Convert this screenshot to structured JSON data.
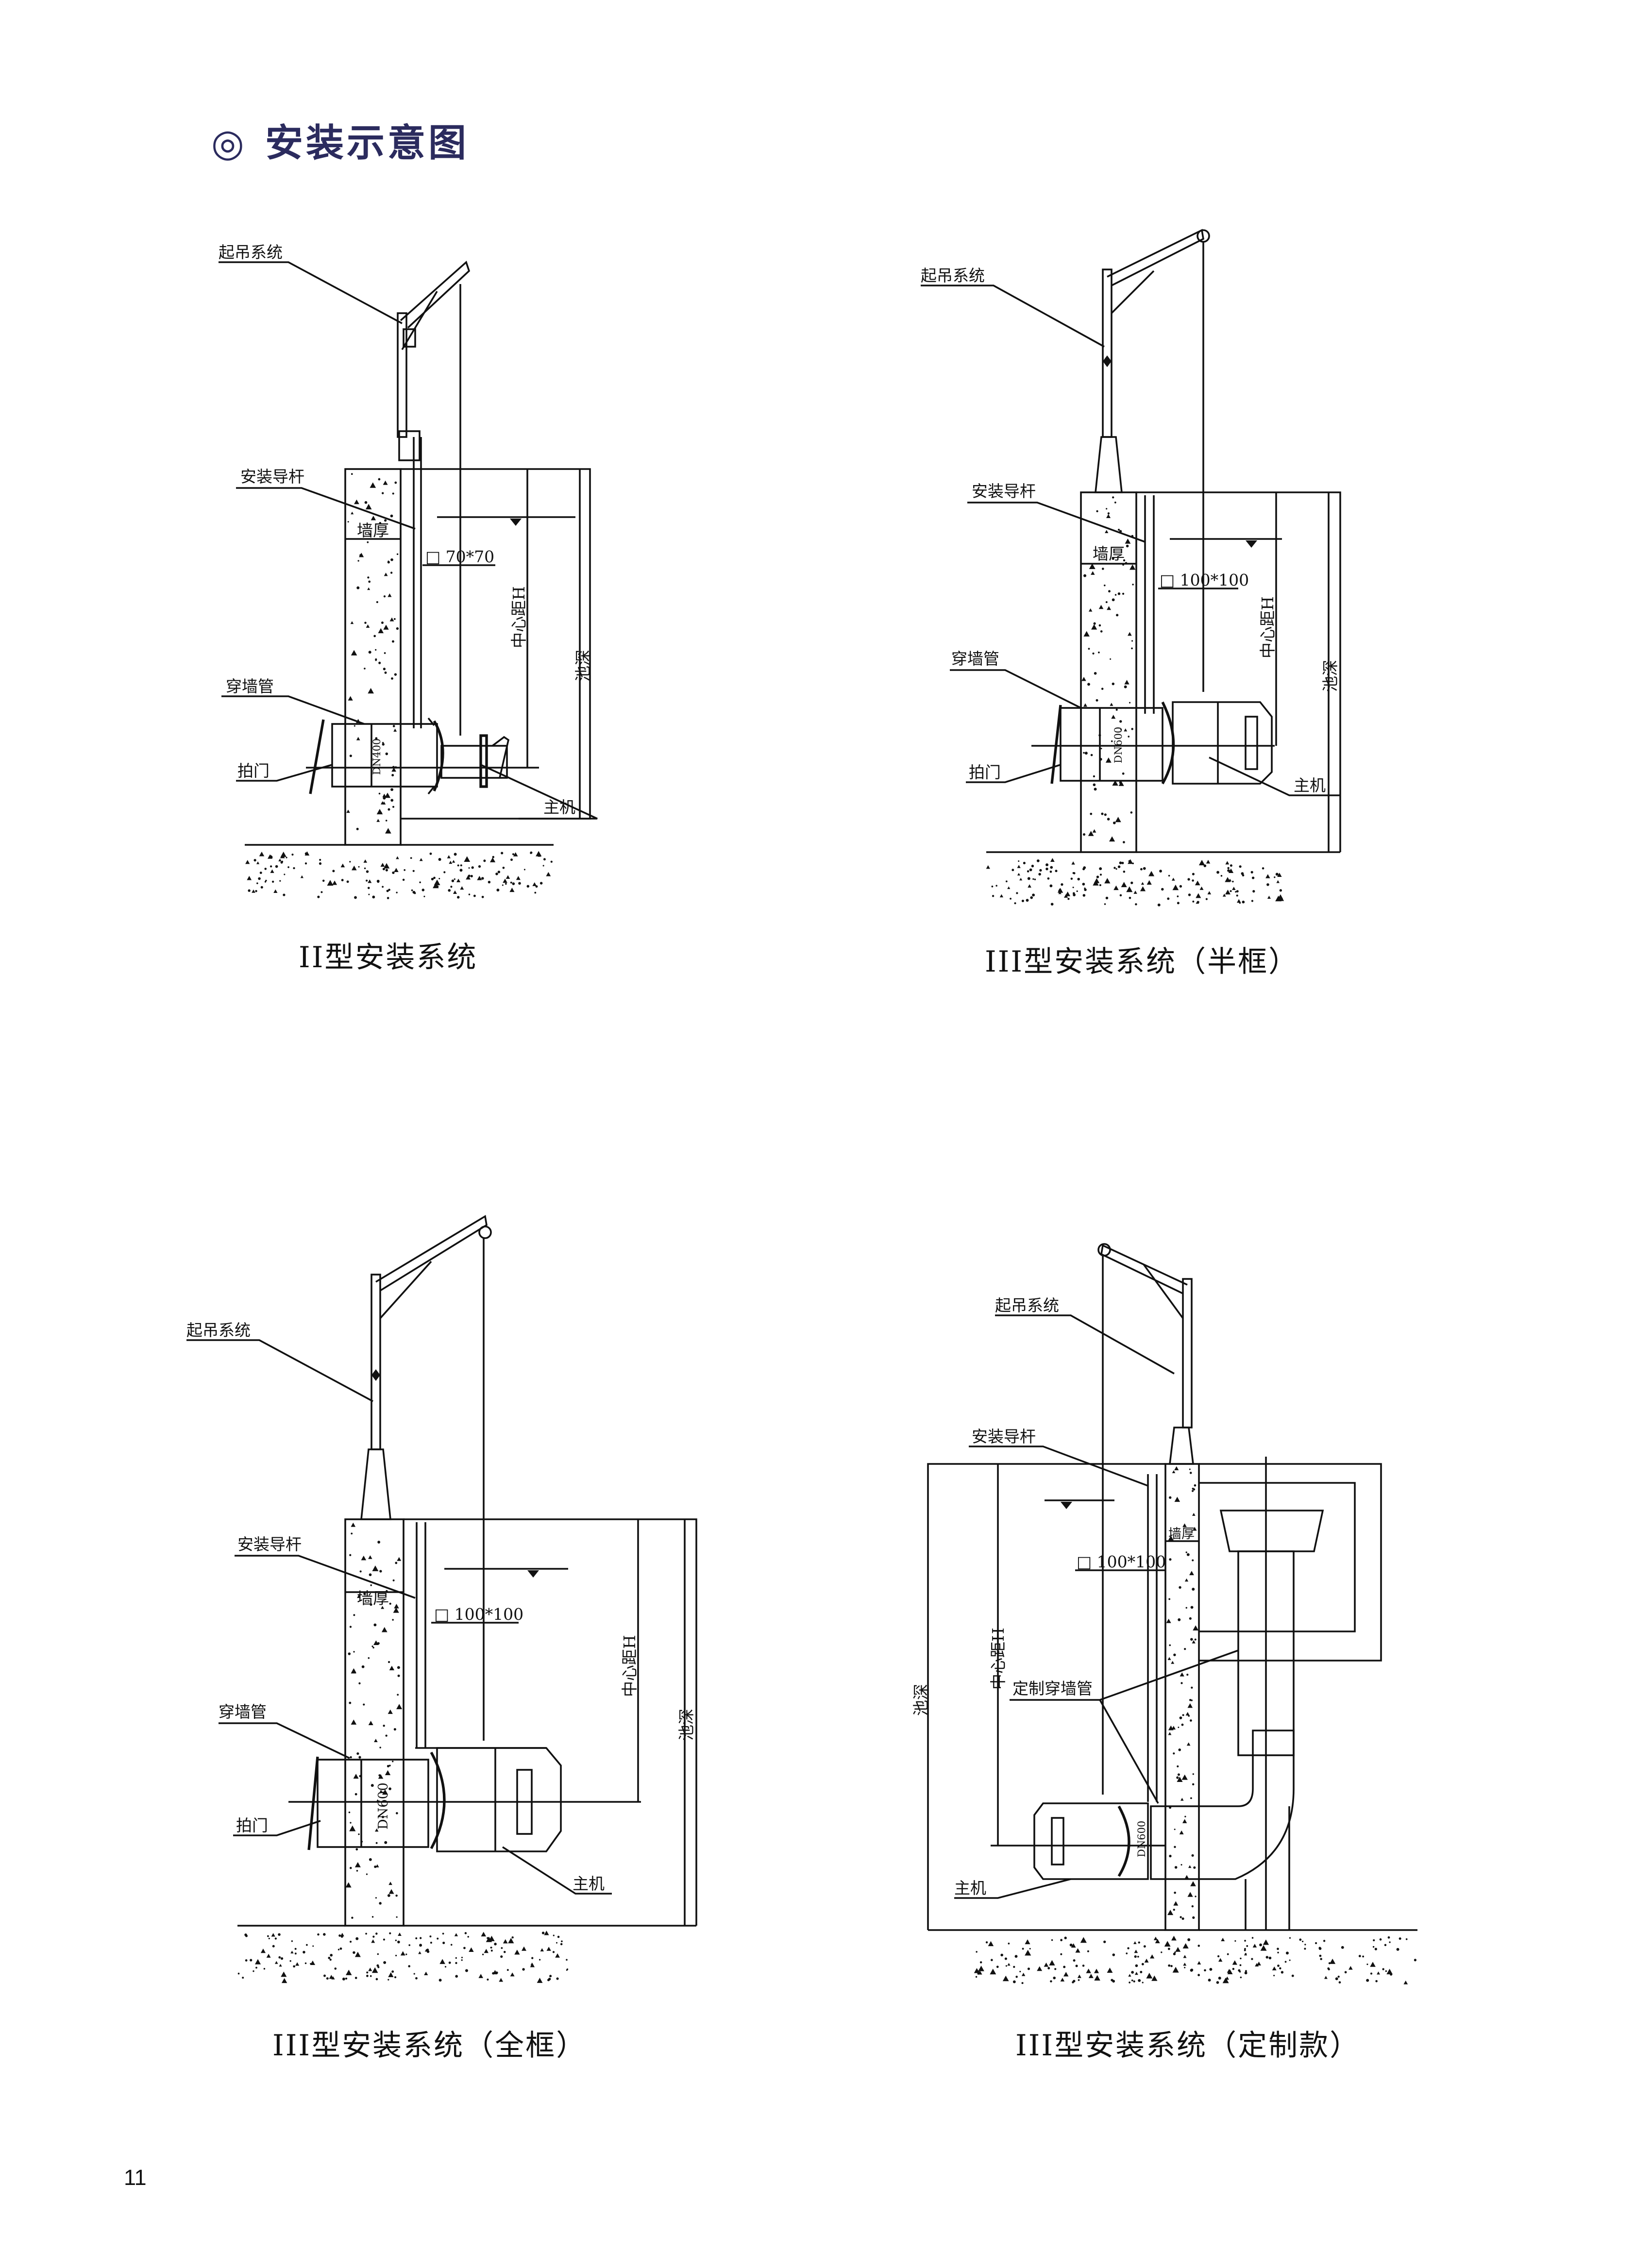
{
  "header": {
    "icon": "double-circle-icon",
    "icon_glyph": "◎",
    "title": "安装示意图"
  },
  "page_number": "11",
  "diagrams": [
    {
      "caption": "II型安装系统",
      "labels": {
        "lifting": "起吊系统",
        "guide_rod": "安装导杆",
        "wall_thickness": "墙厚",
        "rod_size": "□ 70*70",
        "center_distance": "中心距H",
        "pool_depth": "池深",
        "wall_pipe": "穿墙管",
        "flap_gate": "拍门",
        "pipe_dn": "DN400",
        "main_unit": "主机"
      }
    },
    {
      "caption": "III型安装系统（半框）",
      "labels": {
        "lifting": "起吊系统",
        "guide_rod": "安装导杆",
        "wall_thickness": "墙厚",
        "rod_size": "□ 100*100",
        "center_distance": "中心距H",
        "pool_depth": "池深",
        "wall_pipe": "穿墙管",
        "flap_gate": "拍门",
        "pipe_dn": "DN600",
        "main_unit": "主机"
      }
    },
    {
      "caption": "III型安装系统（全框）",
      "labels": {
        "lifting": "起吊系统",
        "guide_rod": "安装导杆",
        "wall_thickness": "墙厚",
        "rod_size": "□ 100*100",
        "center_distance": "中心距H",
        "pool_depth": "池深",
        "wall_pipe": "穿墙管",
        "flap_gate": "拍门",
        "pipe_dn": "DN600",
        "main_unit": "主机"
      }
    },
    {
      "caption": "III型安装系统（定制款）",
      "labels": {
        "lifting": "起吊系统",
        "guide_rod": "安装导杆",
        "wall_thickness": "墙厚",
        "rod_size": "□ 100*100",
        "center_distance": "中心距H",
        "pool_depth": "池深",
        "custom_wall_pipe": "定制穿墙管",
        "pipe_dn": "DN600",
        "main_unit": "主机"
      }
    }
  ]
}
